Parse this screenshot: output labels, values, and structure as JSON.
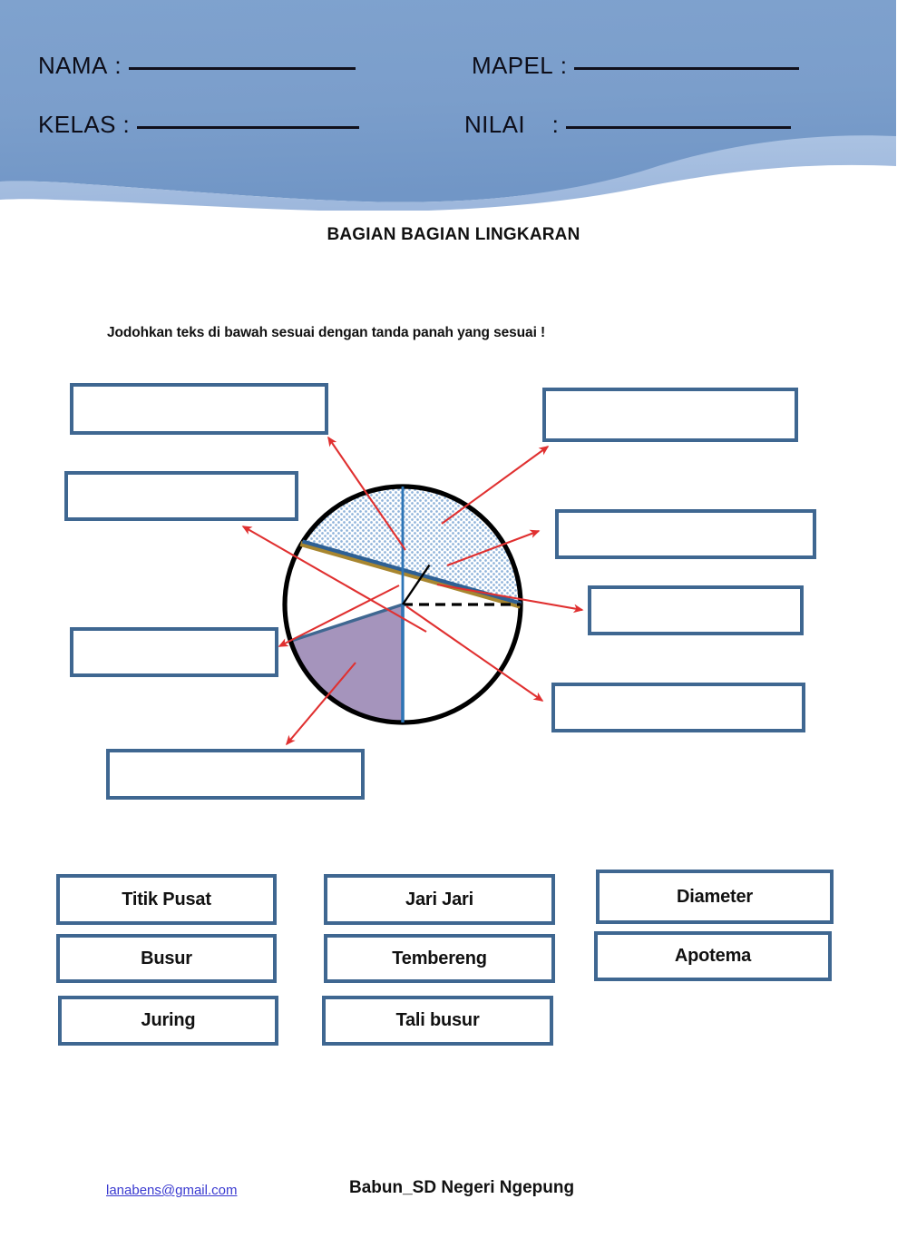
{
  "header": {
    "fields": [
      {
        "label": "NAMA",
        "colon": ":",
        "value": "",
        "placeholder": ""
      },
      {
        "label": "MAPEL",
        "colon": ":",
        "value": "",
        "placeholder": ""
      },
      {
        "label": "KELAS",
        "colon": ":",
        "value": "",
        "placeholder": ""
      },
      {
        "label": "NILAI",
        "colon": ":",
        "value": "",
        "placeholder": ""
      }
    ],
    "band_color": "#7FA0CC",
    "band_color_light": "#A8C0E0"
  },
  "title": "BAGIAN BAGIAN LINGKARAN",
  "instruction": "Jodohkan teks di bawah sesuai dengan tanda panah yang sesuai !",
  "answer_slots": [
    {
      "id": "slot-top-left",
      "value": ""
    },
    {
      "id": "slot-top-right",
      "value": ""
    },
    {
      "id": "slot-mid-left",
      "value": ""
    },
    {
      "id": "slot-mid-right",
      "value": ""
    },
    {
      "id": "slot-right-dashed",
      "value": ""
    },
    {
      "id": "slot-left-lower",
      "value": ""
    },
    {
      "id": "slot-right-lower",
      "value": ""
    },
    {
      "id": "slot-bottom-left",
      "value": ""
    }
  ],
  "word_bank": {
    "columns": [
      {
        "items": [
          "Titik Pusat",
          "Busur",
          "Juring"
        ]
      },
      {
        "items": [
          "Jari Jari",
          "Tembereng",
          "Tali busur"
        ]
      },
      {
        "items": [
          "Diameter",
          "Apotema"
        ]
      }
    ]
  },
  "diagram": {
    "circle_outline_color": "#000000",
    "segment_fill_color": "#C3D4EA",
    "segment_edge_color": "#2E6094",
    "chord_color": "#9C7B2E",
    "sector_fill_color": "#A594BC",
    "sector_edge_color": "#3F6791",
    "radius_color": "#2E75B6",
    "apothem_color": "#000000",
    "diameter_style": "dashed",
    "arrow_color": "#E03030"
  },
  "footer": {
    "email": "lanabens@gmail.com",
    "org": "Babun_SD Negeri Ngepung"
  }
}
